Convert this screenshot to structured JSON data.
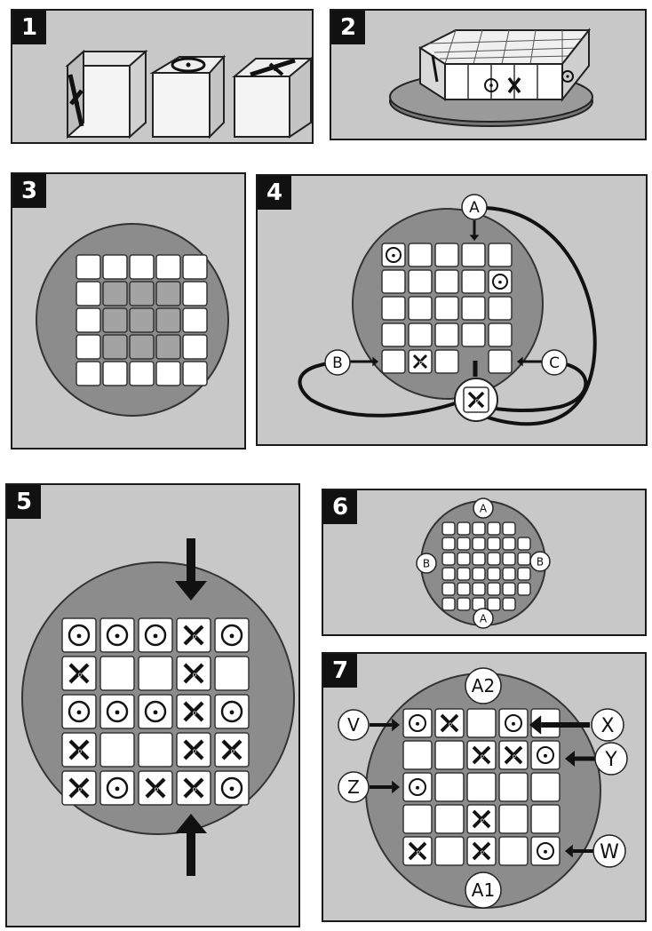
{
  "panels": [
    {
      "number": "1"
    },
    {
      "number": "2"
    },
    {
      "number": "3"
    },
    {
      "number": "4",
      "labels": {
        "a": "A",
        "b": "B",
        "c": "C"
      }
    },
    {
      "number": "5"
    },
    {
      "number": "6",
      "labels": {
        "top": "A",
        "bottom": "A",
        "left": "B",
        "right": "B"
      }
    },
    {
      "number": "7",
      "labels": {
        "a2": "A2",
        "a1": "A1",
        "v": "V",
        "x": "X",
        "y": "Y",
        "z": "Z",
        "w": "W"
      }
    }
  ],
  "colors": {
    "panel_bg": "#c8c8c8",
    "board": "#8c8c8c",
    "cell": "#ffffff",
    "inner_cell": "#a3a3a3",
    "ink": "#111111"
  },
  "panel5_grid": [
    [
      "O",
      "O",
      "O",
      "X",
      "O"
    ],
    [
      "X",
      "",
      "",
      "X",
      ""
    ],
    [
      "O",
      "O",
      "O",
      "X",
      "O"
    ],
    [
      "X",
      "",
      "",
      "X",
      "X"
    ],
    [
      "X",
      "O",
      "X",
      "X",
      "O"
    ]
  ],
  "panel7_grid": [
    [
      "O",
      "X",
      "",
      "O",
      ""
    ],
    [
      "",
      "",
      "X",
      "X",
      "O"
    ],
    [
      "O",
      "",
      "",
      "",
      ""
    ],
    [
      "",
      "",
      "X",
      "",
      ""
    ],
    [
      "X",
      "",
      "X",
      "",
      "O"
    ]
  ]
}
